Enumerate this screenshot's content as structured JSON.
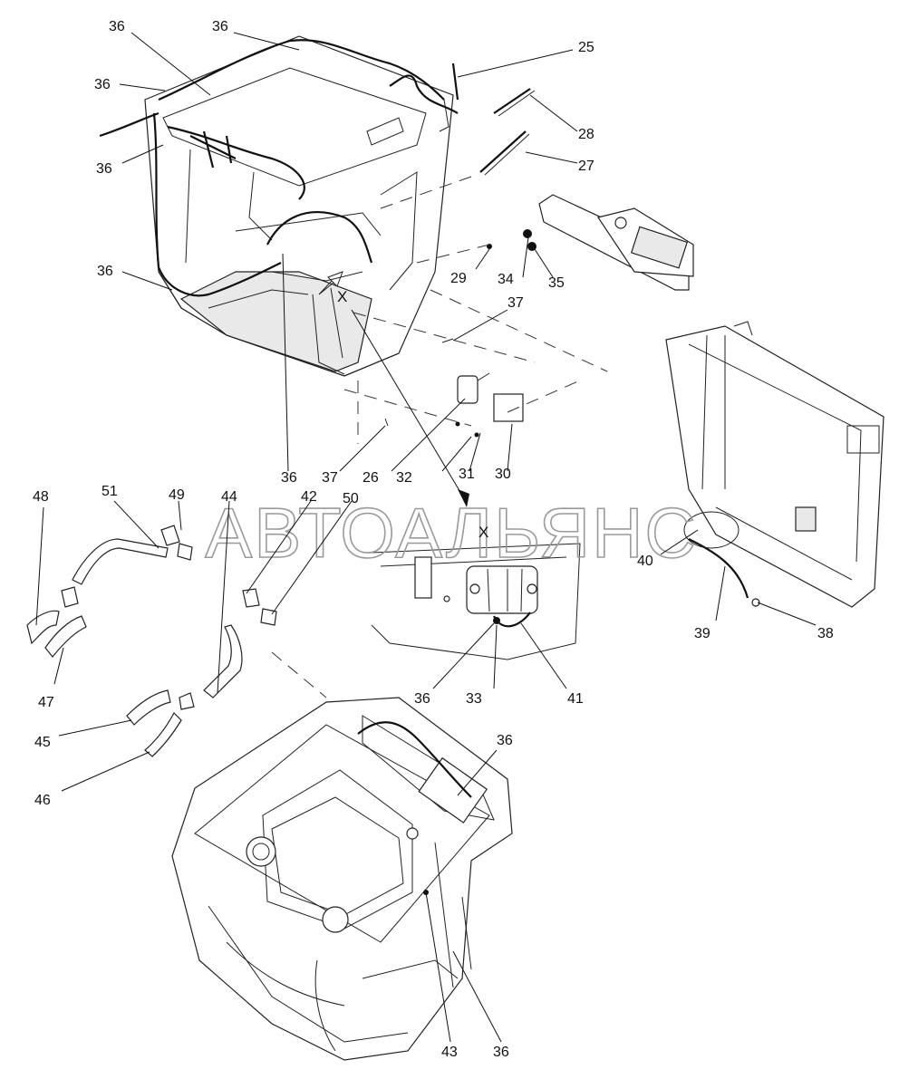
{
  "labels": {
    "l25": "25",
    "l26": "26",
    "l27": "27",
    "l28": "28",
    "l29": "29",
    "l30": "30",
    "l31": "31",
    "l32": "32",
    "l33": "33",
    "l34": "34",
    "l35": "35",
    "l36": "36",
    "l37": "37",
    "l38": "38",
    "l39": "39",
    "l40": "40",
    "l41": "41",
    "l42": "42",
    "l43": "43",
    "l44": "44",
    "l45": "45",
    "l46": "46",
    "l47": "47",
    "l48": "48",
    "l49": "49",
    "l50": "50",
    "l51": "51"
  },
  "view_marker": "X",
  "watermark": "АВТОАЛЬЯНС"
}
